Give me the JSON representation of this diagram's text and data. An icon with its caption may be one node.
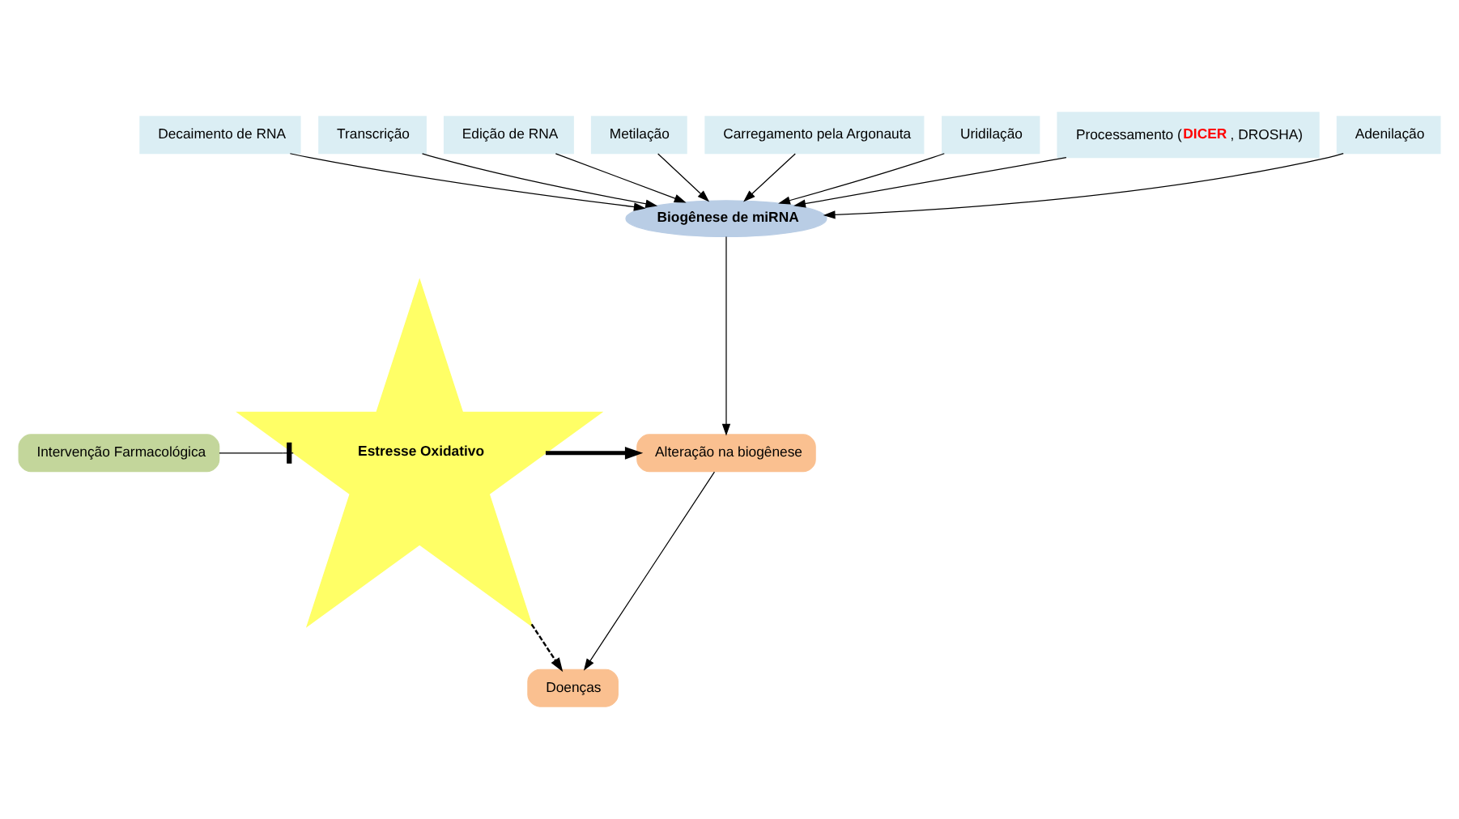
{
  "diagram": {
    "nodes": [
      {
        "text": [
          "Biogênese de miRNA"
        ]
      },
      {
        "text": [
          "Decaimento de RNA"
        ]
      },
      {
        "text": [
          "Transcrição"
        ]
      },
      {
        "text": [
          "Edição de RNA"
        ]
      },
      {
        "text": [
          "Metilação"
        ]
      },
      {
        "text": [
          "Carregamento pela Argonauta"
        ]
      },
      {
        "text": [
          "Uridilação"
        ]
      },
      {
        "text": [
          "Processamento (**DICER**, DROSHA)"
        ]
      },
      {
        "text": [
          "Adenilação"
        ]
      },
      {
        "text": [
          "Alteração na biogênese"
        ]
      },
      {
        "text": [
          "Estresse Oxidativo"
        ]
      },
      {
        "text": [
          "Intervenção Farmacológica"
        ]
      },
      {
        "text": [
          "Doenças"
        ]
      }
    ],
    "edges": [
      {
        "from": 1,
        "to": 0,
        "arrow": "to"
      },
      {
        "from": 2,
        "to": 0,
        "arrow": "to"
      },
      {
        "from": 3,
        "to": 0,
        "arrow": "to"
      },
      {
        "from": 4,
        "to": 0,
        "arrow": "to"
      },
      {
        "from": 5,
        "to": 0,
        "arrow": "to"
      },
      {
        "from": 6,
        "to": 0,
        "arrow": "to"
      },
      {
        "from": 7,
        "to": 0,
        "arrow": "to"
      },
      {
        "from": 8,
        "to": 0,
        "arrow": "to"
      },
      {
        "from": 0,
        "to": 9,
        "arrow": "to"
      },
      {
        "from": 10,
        "to": 9,
        "arrow": "to",
        "style": "thick"
      },
      {
        "from": 11,
        "to": 10,
        "arrow": "other"
      },
      {
        "from": 9,
        "to": 12,
        "arrow": "to"
      },
      {
        "from": 10,
        "to": 12,
        "arrow": "to",
        "style": "dashed"
      }
    ]
  }
}
